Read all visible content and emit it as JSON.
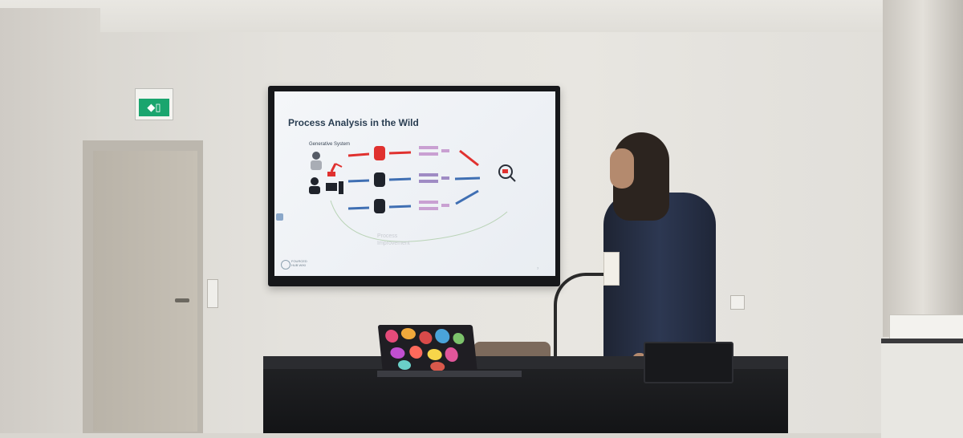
{
  "slide": {
    "title": "Process Analysis in the Wild",
    "subtitle": "Generative System",
    "annotation_line1": "Process",
    "annotation_line2": "Improvement",
    "logo_line1": "FOURCED",
    "logo_line2": "HUB WIKI",
    "page_number": "7"
  },
  "colors": {
    "red_flow": "#e0312f",
    "blue_flow": "#3f6fb3",
    "title_color": "#2a3e52",
    "exit_sign_green": "#1aa56e"
  },
  "icons": [
    "person-icon",
    "robot-arm-icon",
    "computer-icon",
    "database-icon",
    "magnifier-icon"
  ]
}
